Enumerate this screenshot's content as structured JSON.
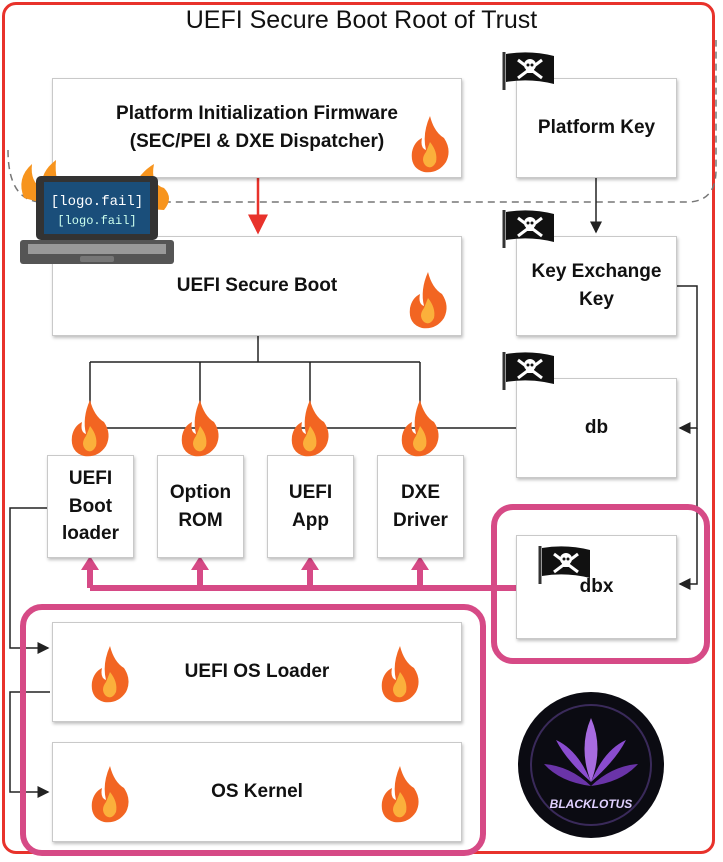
{
  "title": "UEFI Secure Boot Root of Trust",
  "boxes": {
    "pi_firmware": {
      "line1": "Platform Initialization Firmware",
      "line2": "(SEC/PEI & DXE Dispatcher)"
    },
    "platform_key": "Platform Key",
    "secure_boot": "UEFI Secure Boot",
    "kek": {
      "line1": "Key Exchange",
      "line2": "Key"
    },
    "db": "db",
    "dbx": "dbx",
    "boot_loader": {
      "line1": "UEFI",
      "line2": "Boot",
      "line3": "loader"
    },
    "option_rom": {
      "line1": "Option",
      "line2": "ROM"
    },
    "uefi_app": {
      "line1": "UEFI",
      "line2": "App"
    },
    "dxe_driver": {
      "line1": "DXE",
      "line2": "Driver"
    },
    "os_loader": "UEFI OS Loader",
    "os_kernel": "OS Kernel"
  },
  "laptop_screen": {
    "line1": "[logo.fail]",
    "line2": "[logo.fail]"
  },
  "blacklotus_logo_text": "BLACKLOTUS",
  "colors": {
    "frame": "#e8322b",
    "highlight": "#d64a86",
    "arrow_red": "#e8322b",
    "flame": "#f26522"
  },
  "icons": [
    "pirate-flag-icon",
    "fire-icon",
    "laptop-icon",
    "blacklotus-logo"
  ]
}
